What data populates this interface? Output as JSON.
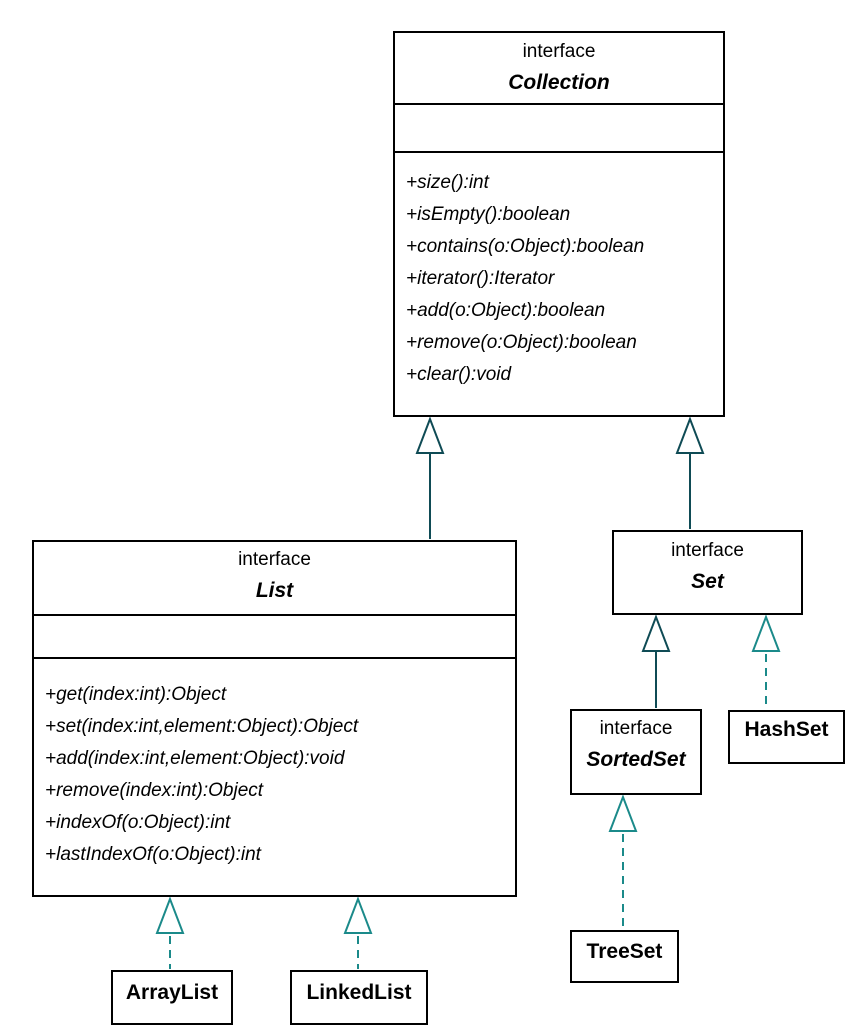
{
  "colors": {
    "background": "#ffffff",
    "box_border": "#000000",
    "text": "#000000",
    "solid_edge": "#0f4b55",
    "dashed_edge": "#1b8a8a"
  },
  "classes": {
    "collection": {
      "stereotype": "interface",
      "name": "Collection",
      "methods": [
        "+size():int",
        "+isEmpty():boolean",
        "+contains(o:Object):boolean",
        "+iterator():Iterator",
        "+add(o:Object):boolean",
        "+remove(o:Object):boolean",
        "+clear():void"
      ]
    },
    "list": {
      "stereotype": "interface",
      "name": "List",
      "methods": [
        "+get(index:int):Object",
        "+set(index:int,element:Object):Object",
        "+add(index:int,element:Object):void",
        "+remove(index:int):Object",
        "+indexOf(o:Object):int",
        "+lastIndexOf(o:Object):int"
      ]
    },
    "set": {
      "stereotype": "interface",
      "name": "Set"
    },
    "sortedset": {
      "stereotype": "interface",
      "name": "SortedSet"
    },
    "hashset": {
      "name": "HashSet"
    },
    "treeset": {
      "name": "TreeSet"
    },
    "arraylist": {
      "name": "ArrayList"
    },
    "linkedlist": {
      "name": "LinkedList"
    }
  },
  "relationships": [
    {
      "from": "List",
      "to": "Collection",
      "type": "extends",
      "line": "solid"
    },
    {
      "from": "Set",
      "to": "Collection",
      "type": "extends",
      "line": "solid"
    },
    {
      "from": "SortedSet",
      "to": "Set",
      "type": "extends",
      "line": "solid"
    },
    {
      "from": "HashSet",
      "to": "Set",
      "type": "implements",
      "line": "dashed"
    },
    {
      "from": "TreeSet",
      "to": "SortedSet",
      "type": "implements",
      "line": "dashed"
    },
    {
      "from": "ArrayList",
      "to": "List",
      "type": "implements",
      "line": "dashed"
    },
    {
      "from": "LinkedList",
      "to": "List",
      "type": "implements",
      "line": "dashed"
    }
  ]
}
